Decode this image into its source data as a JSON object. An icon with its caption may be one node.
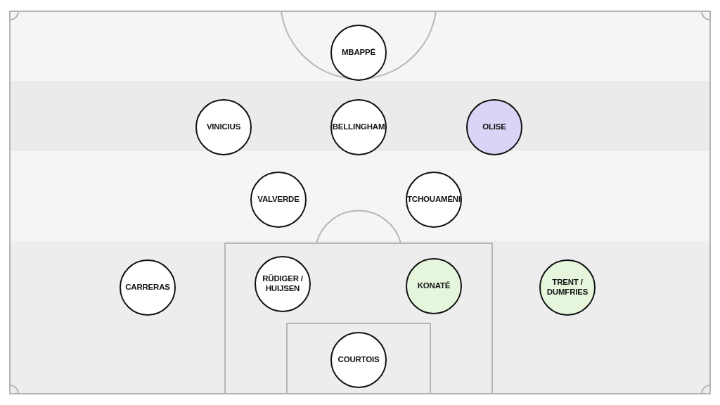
{
  "diagram": {
    "nodes": [
      {
        "text": [
          "MBAPPÉ"
        ]
      },
      {
        "text": [
          "VINICIUS"
        ]
      },
      {
        "text": [
          "BELLINGHAM"
        ]
      },
      {
        "text": [
          "OLISE"
        ]
      },
      {
        "text": [
          "VALVERDE"
        ]
      },
      {
        "text": [
          "TCHOUAMÉNI"
        ]
      },
      {
        "text": [
          "CARRERAS"
        ]
      },
      {
        "text": [
          "RÜDIGER / HUIJSEN"
        ]
      },
      {
        "text": [
          "KONATÉ"
        ]
      },
      {
        "text": [
          "TRENT / DUMFRIES"
        ]
      },
      {
        "text": [
          "COURTOIS"
        ]
      }
    ],
    "edges": []
  }
}
